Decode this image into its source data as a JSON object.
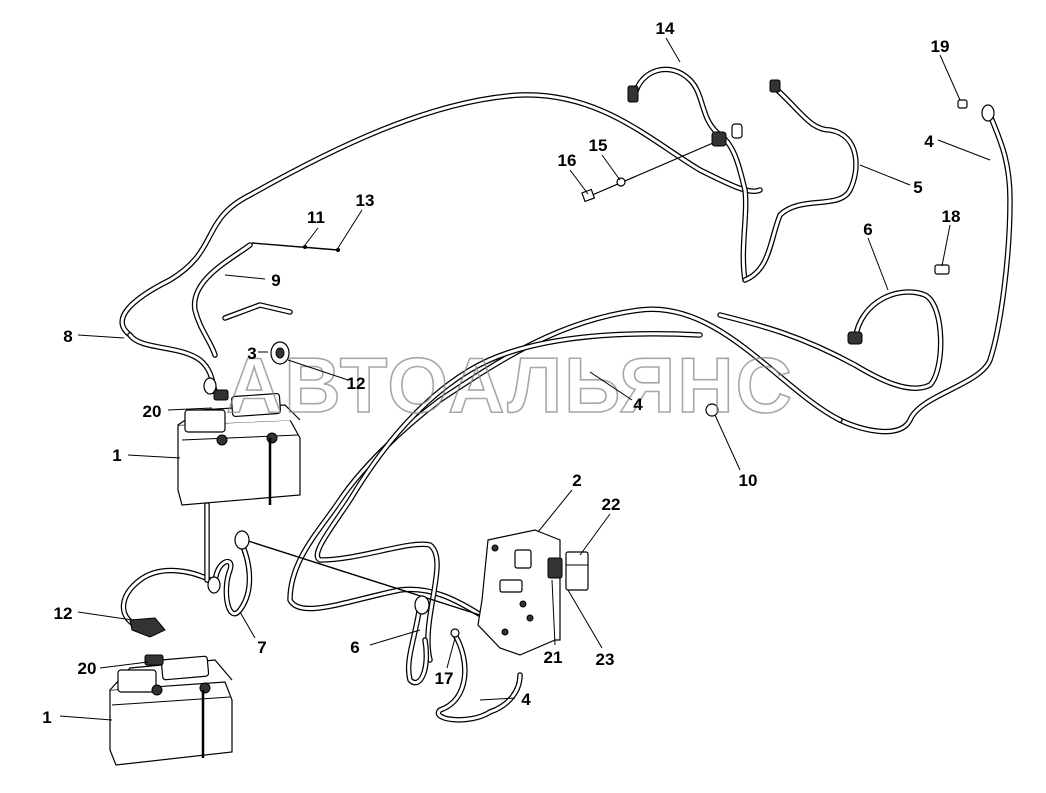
{
  "diagram": {
    "watermark": "АВТОАЛЬЯНС",
    "callouts": [
      {
        "id": "c1a",
        "text": "1"
      },
      {
        "id": "c1b",
        "text": "1"
      },
      {
        "id": "c2",
        "text": "2"
      },
      {
        "id": "c3",
        "text": "3"
      },
      {
        "id": "c4a",
        "text": "4"
      },
      {
        "id": "c4b",
        "text": "4"
      },
      {
        "id": "c4c",
        "text": "4"
      },
      {
        "id": "c5",
        "text": "5"
      },
      {
        "id": "c6a",
        "text": "6"
      },
      {
        "id": "c6b",
        "text": "6"
      },
      {
        "id": "c7",
        "text": "7"
      },
      {
        "id": "c8",
        "text": "8"
      },
      {
        "id": "c9",
        "text": "9"
      },
      {
        "id": "c10",
        "text": "10"
      },
      {
        "id": "c11",
        "text": "11"
      },
      {
        "id": "c12a",
        "text": "12"
      },
      {
        "id": "c12b",
        "text": "12"
      },
      {
        "id": "c13",
        "text": "13"
      },
      {
        "id": "c14",
        "text": "14"
      },
      {
        "id": "c15",
        "text": "15"
      },
      {
        "id": "c16",
        "text": "16"
      },
      {
        "id": "c17",
        "text": "17"
      },
      {
        "id": "c18",
        "text": "18"
      },
      {
        "id": "c19",
        "text": "19"
      },
      {
        "id": "c20a",
        "text": "20"
      },
      {
        "id": "c20b",
        "text": "20"
      },
      {
        "id": "c21",
        "text": "21"
      },
      {
        "id": "c22",
        "text": "22"
      },
      {
        "id": "c23",
        "text": "23"
      }
    ]
  }
}
